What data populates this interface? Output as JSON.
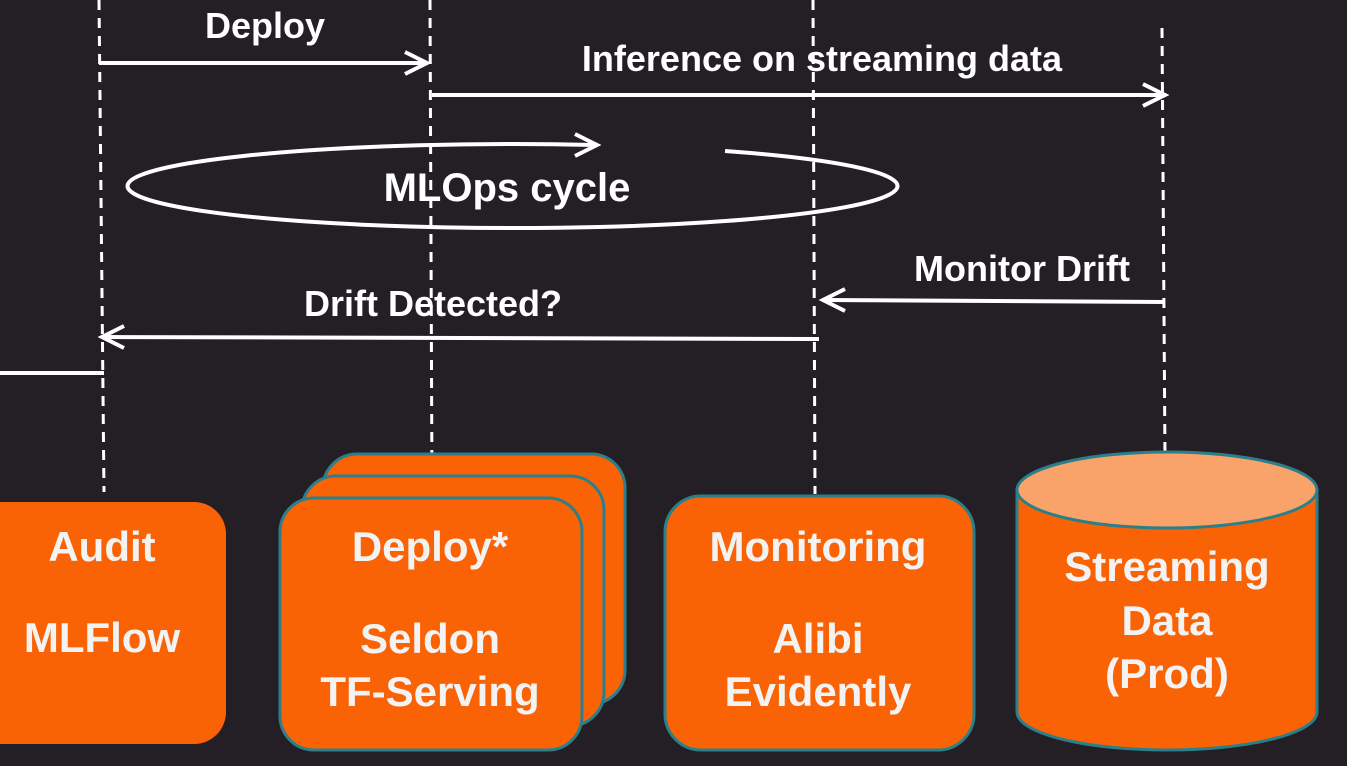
{
  "colors": {
    "background": "#231f25",
    "box_fill": "#fa6305",
    "box_stroke": "#2b7f8a",
    "cylinder_top": "#f9a36b",
    "line": "#ffffff",
    "box_text": "#f3f3f3"
  },
  "arrows": {
    "deploy": "Deploy",
    "inference": "Inference on streaming data",
    "cycle": "MLOps cycle",
    "monitor_drift": "Monitor Drift",
    "drift_detected": "Drift Detected?"
  },
  "boxes": {
    "audit": {
      "title": "Audit",
      "tool": "MLFlow"
    },
    "deploy": {
      "title": "Deploy*",
      "tool_1": "Seldon",
      "tool_2": "TF-Serving"
    },
    "monitoring": {
      "title": "Monitoring",
      "tool_1": "Alibi",
      "tool_2": "Evidently"
    },
    "streaming": {
      "line_1": "Streaming",
      "line_2": "Data",
      "line_3": "(Prod)"
    }
  }
}
